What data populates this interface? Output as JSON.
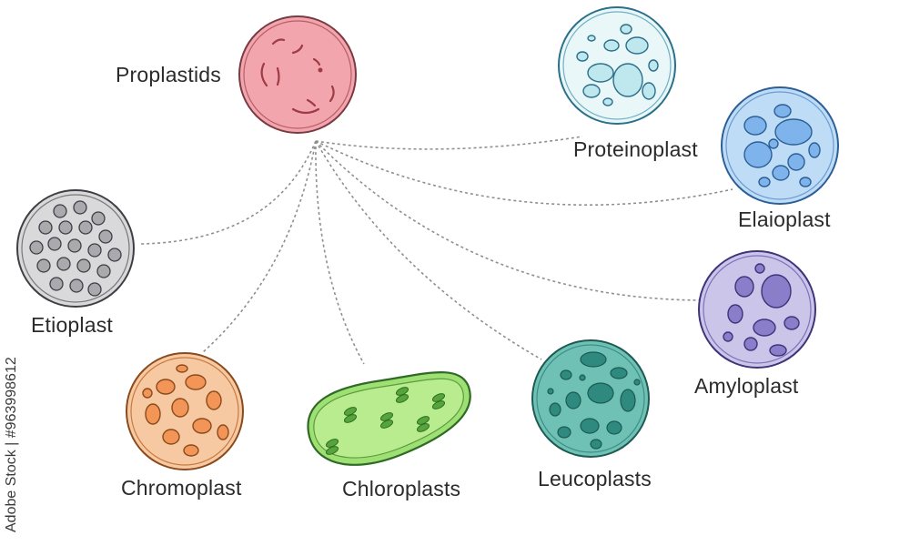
{
  "labels": {
    "proplastids": "Proplastids",
    "proteinoplast": "Proteinoplast",
    "elaioplast": "Elaioplast",
    "etioplast": "Etioplast",
    "amyloplast": "Amyloplast",
    "chromoplast": "Chromoplast",
    "chloroplasts": "Chloroplasts",
    "leucoplasts": "Leucoplasts"
  },
  "watermark": "Adobe Stock | #963998612",
  "colors": {
    "proplastids": "#f2a5ad",
    "proteinoplast": "#dff3f5",
    "elaioplast": "#bfdcf7",
    "etioplast": "#d9d9db",
    "amyloplast": "#c8c2e8",
    "chromoplast": "#f6c59c",
    "chloroplasts": "#a6e27a",
    "leucoplasts": "#5fb8ad",
    "connector": "#8a8a8a"
  }
}
